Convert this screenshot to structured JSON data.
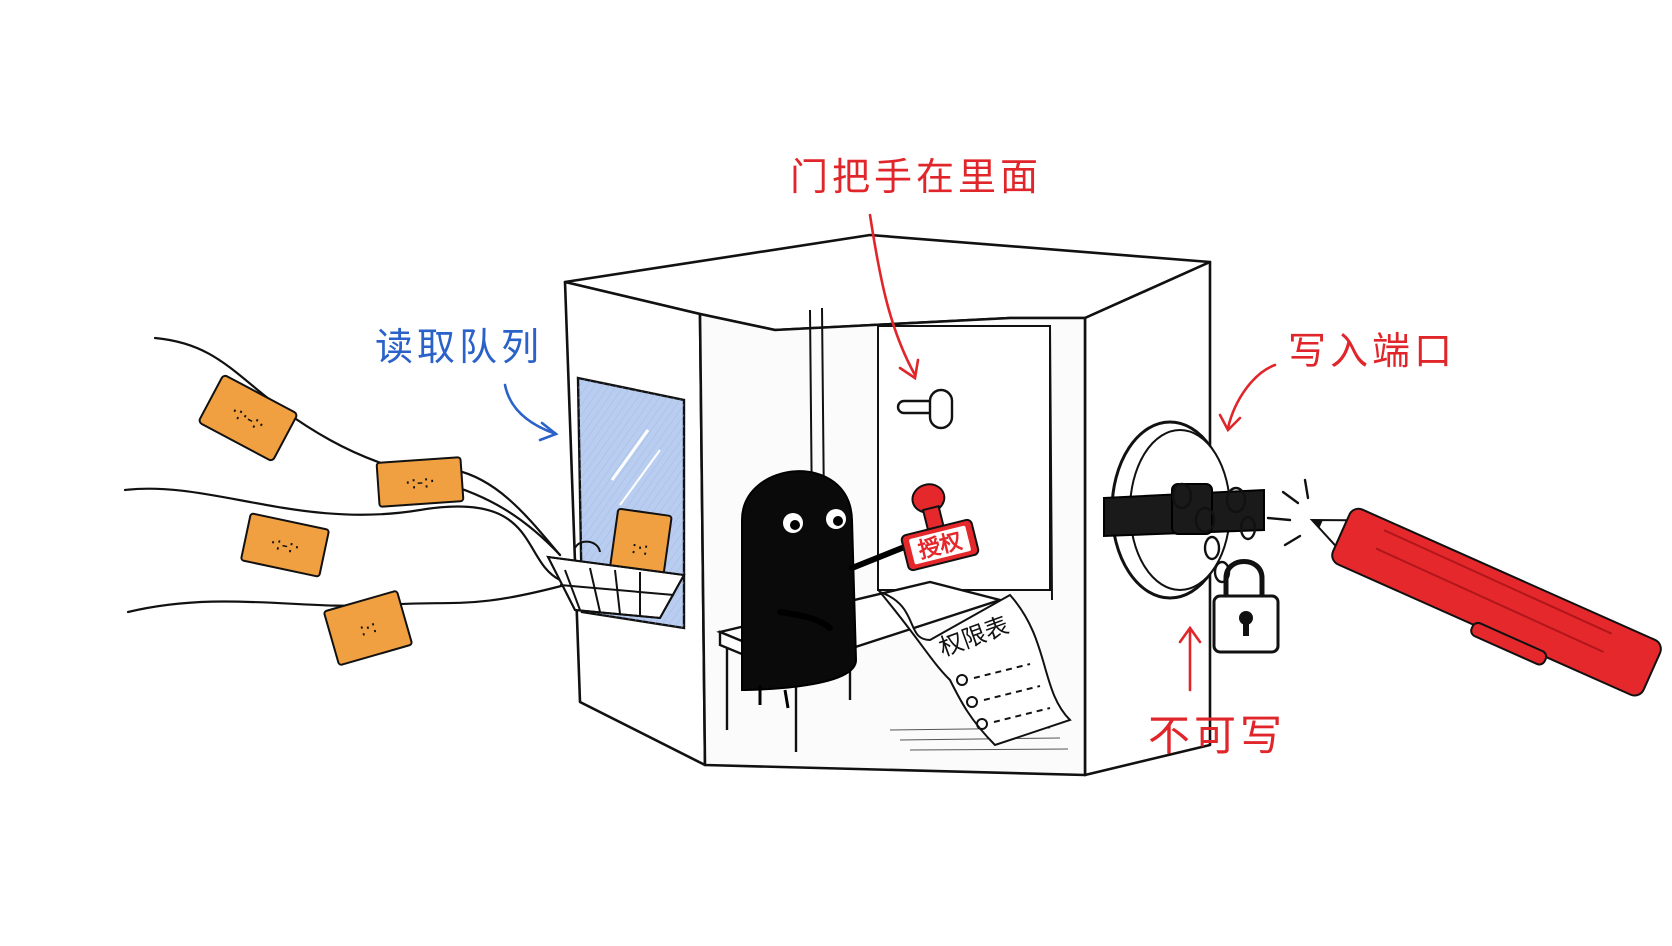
{
  "labels": {
    "door_handle_inside": "门把手在里面",
    "read_queue": "读取队列",
    "write_port": "写入端口",
    "not_writable": "不可写"
  },
  "stamp_text": "授权",
  "permission_sheet_title": "权限表",
  "colors": {
    "annotation_red": "#e0262a",
    "annotation_blue": "#2a62c9",
    "note_orange": "#f0a040",
    "pencil_red": "#e5282b",
    "window_blue": "#b9cdf0",
    "ink": "#111111"
  },
  "icons": [
    "paper-note-icon",
    "wire-basket-icon",
    "padlock-icon",
    "chain-icon",
    "pencil-icon",
    "rubber-stamp-icon",
    "door-handle-icon"
  ]
}
